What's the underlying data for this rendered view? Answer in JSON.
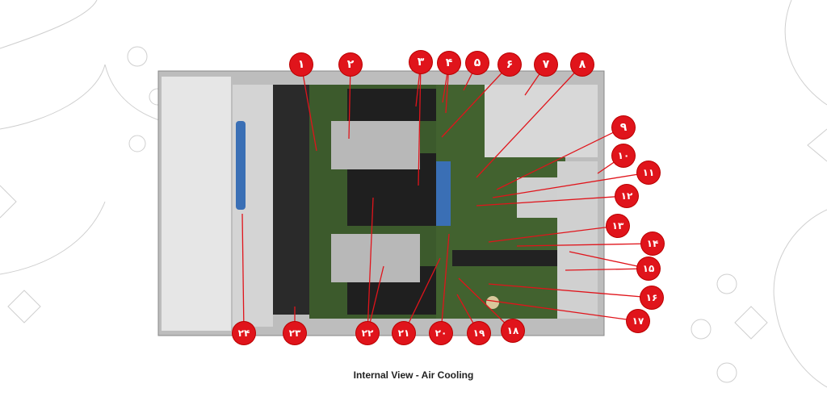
{
  "caption": "Internal View - Air Cooling",
  "callouts": [
    "۱",
    "۲",
    "۳",
    "۴",
    "۵",
    "۶",
    "۷",
    "۸",
    "۹",
    "۱۰",
    "۱۱",
    "۱۲",
    "۱۳",
    "۱۴",
    "۱۵",
    "۱۶",
    "۱۷",
    "۱۸",
    "۱۹",
    "۲۰",
    "۲۱",
    "۲۲",
    "۲۳",
    "۲۴"
  ],
  "colors": {
    "callout": "#e0141b",
    "board": "#3c5a2c",
    "chassis": "#c9c9c9"
  }
}
